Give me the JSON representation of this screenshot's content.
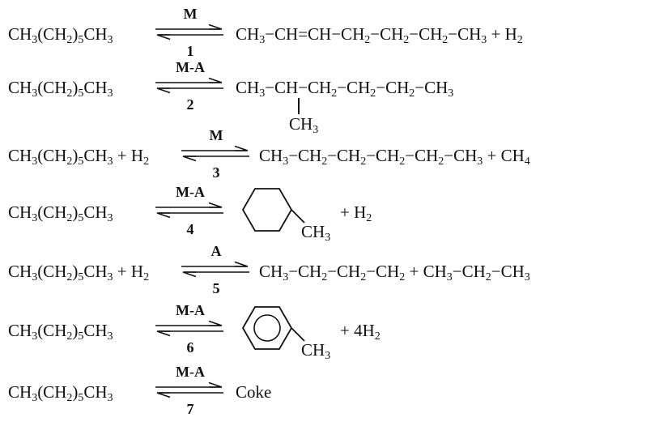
{
  "reactions": [
    {
      "reactant": "CH3(CH2)5CH3",
      "catalyst": "M",
      "number": "1",
      "product": "CH3−CH=CH−CH2−CH2−CH2−CH3 + H2"
    },
    {
      "reactant": "CH3(CH2)5CH3",
      "catalyst": "M-A",
      "number": "2",
      "product": "CH3−CH−CH2−CH2−CH2−CH3",
      "branch": "CH3"
    },
    {
      "reactant": "CH3(CH2)5CH3 + H2",
      "catalyst": "M",
      "number": "3",
      "product": "CH3−CH2−CH2−CH2−CH2−CH3 + CH4"
    },
    {
      "reactant": "CH3(CH2)5CH3",
      "catalyst": "M-A",
      "number": "4",
      "product_ring": "cyclohexane-ring-icon",
      "substituent": "CH3",
      "byproduct": "+  H2"
    },
    {
      "reactant": "CH3(CH2)5CH3 + H2",
      "catalyst": "A",
      "number": "5",
      "product": "CH3−CH2−CH2−CH2 + CH3−CH2−CH3"
    },
    {
      "reactant": "CH3(CH2)5CH3",
      "catalyst": "M-A",
      "number": "6",
      "product_ring": "benzene-ring-icon",
      "substituent": "CH3",
      "byproduct": "+  4H2"
    },
    {
      "reactant": "CH3(CH2)5CH3",
      "catalyst": "M-A",
      "number": "7",
      "product": "Coke"
    }
  ]
}
